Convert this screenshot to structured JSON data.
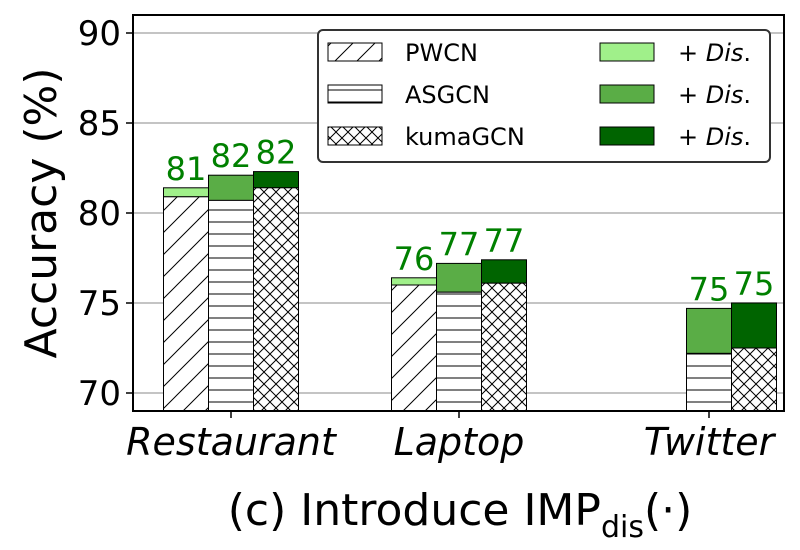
{
  "chart_data": {
    "type": "bar",
    "title": "",
    "caption": {
      "prefix": "(c) Introduce IMP",
      "subscript": "dis",
      "suffix": "(·)"
    },
    "xlabel": "",
    "ylabel": "Accuracy (%)",
    "ylim": [
      69,
      91
    ],
    "yticks": [
      "70",
      "75",
      "80",
      "85",
      "90"
    ],
    "ytick_values": [
      70,
      75,
      80,
      85,
      90
    ],
    "grid": "horizontal",
    "legend_position": "top-right",
    "categories": [
      "Restaurant",
      "Laptop",
      "Twitter"
    ],
    "series": [
      {
        "name": "PWCN",
        "hatch": "diagonal",
        "base": [
          80.9,
          76.0,
          null
        ],
        "with_dis": [
          81.4,
          76.4,
          null
        ],
        "dis_label": "+ Dis.",
        "dis_color": "#a0f08a",
        "data_labels": [
          "81",
          "76",
          ""
        ]
      },
      {
        "name": "ASGCN",
        "hatch": "horizontal",
        "base": [
          80.7,
          75.6,
          72.2
        ],
        "with_dis": [
          82.1,
          77.2,
          74.7
        ],
        "dis_label": "+ Dis.",
        "dis_color": "#5aad46",
        "data_labels": [
          "82",
          "77",
          "75"
        ]
      },
      {
        "name": "kumaGCN",
        "hatch": "crosshatch",
        "base": [
          81.4,
          76.1,
          72.5
        ],
        "with_dis": [
          82.3,
          77.4,
          75.0
        ],
        "dis_label": "+ Dis.",
        "dis_color": "#006400",
        "data_labels": [
          "82",
          "77",
          "75"
        ]
      }
    ],
    "label_color": "#008000"
  }
}
